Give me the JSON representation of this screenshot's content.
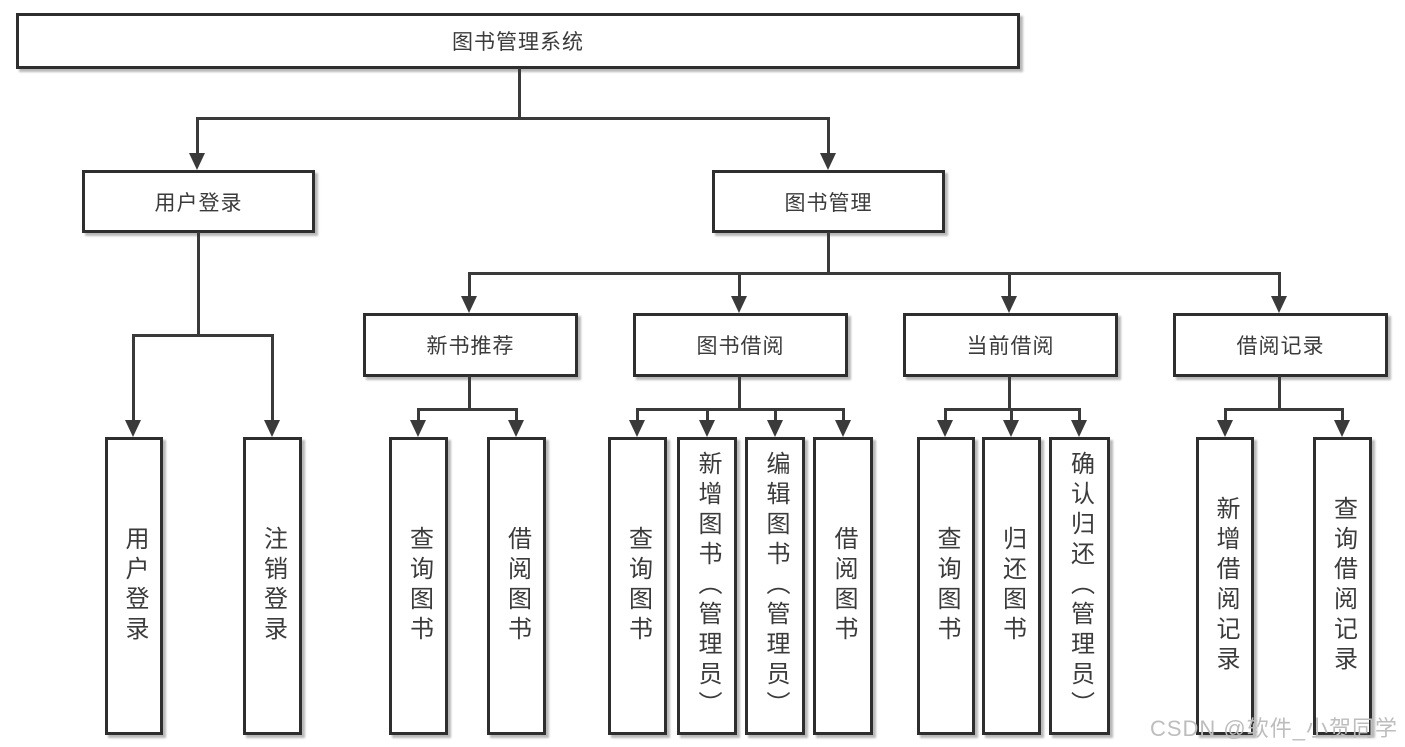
{
  "tree": {
    "root": {
      "label": "图书管理系统",
      "children": [
        {
          "label": "用户登录",
          "children": [
            {
              "label": "用户登录"
            },
            {
              "label": "注销登录"
            }
          ]
        },
        {
          "label": "图书管理",
          "children": [
            {
              "label": "新书推荐",
              "children": [
                {
                  "label": "查询图书"
                },
                {
                  "label": "借阅图书"
                }
              ]
            },
            {
              "label": "图书借阅",
              "children": [
                {
                  "label": "查询图书"
                },
                {
                  "label": "新增图书（管理员）"
                },
                {
                  "label": "编辑图书（管理员）"
                },
                {
                  "label": "借阅图书"
                }
              ]
            },
            {
              "label": "当前借阅",
              "children": [
                {
                  "label": "查询图书"
                },
                {
                  "label": "归还图书"
                },
                {
                  "label": "确认归还（管理员）"
                }
              ]
            },
            {
              "label": "借阅记录",
              "children": [
                {
                  "label": "新增借阅记录"
                },
                {
                  "label": "查询借阅记录"
                }
              ]
            }
          ]
        }
      ]
    }
  },
  "watermark": {
    "text": "CSDN @软件_小贺同学"
  },
  "colors": {
    "line": "#3a3a3a",
    "box_border": "#2e2e2e",
    "text": "#3b3b3b",
    "watermark": "#bdbdbd",
    "background": "#ffffff"
  }
}
